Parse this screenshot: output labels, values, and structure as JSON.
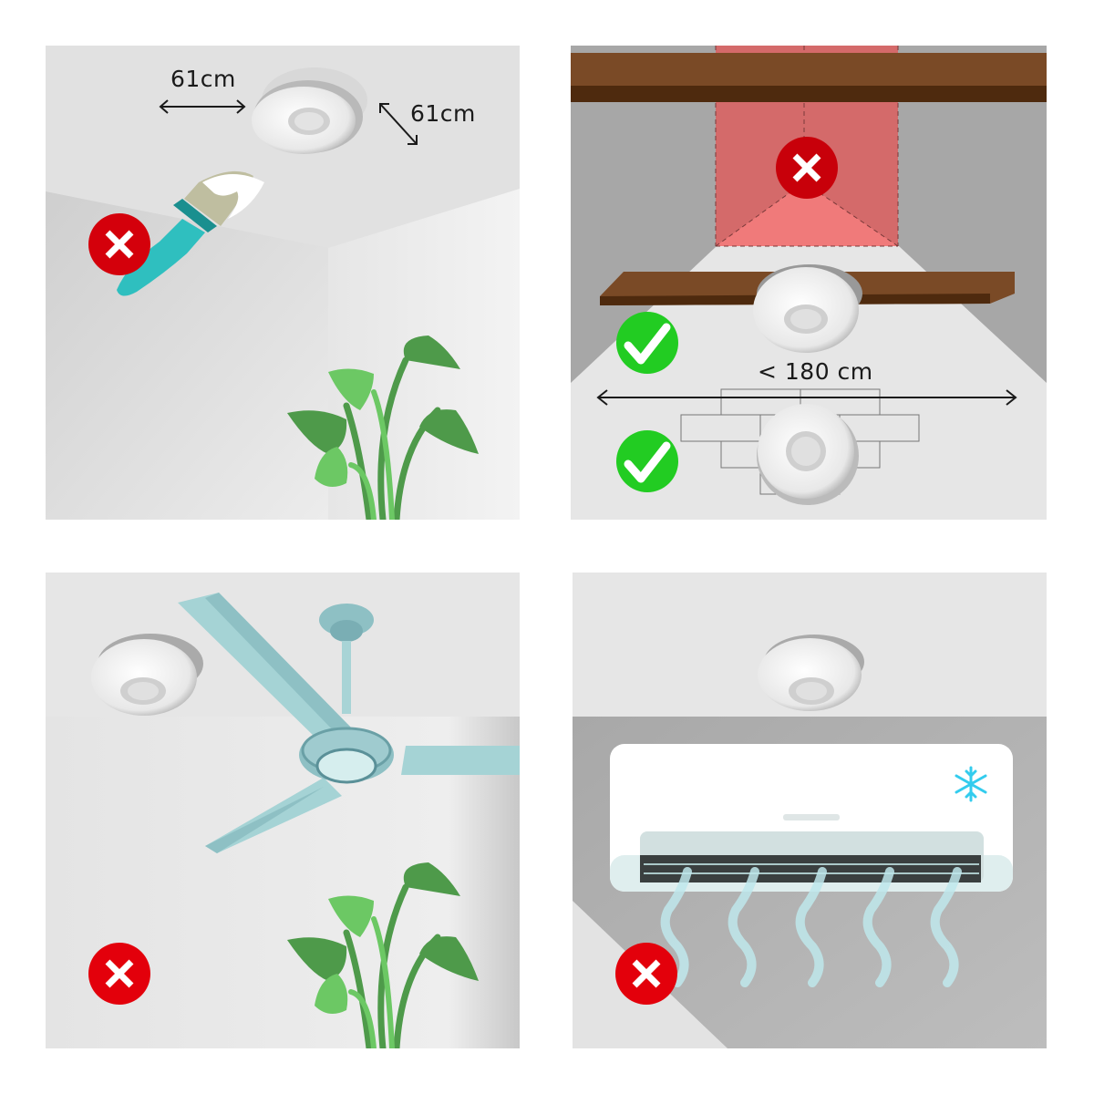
{
  "figure": {
    "type": "installation-guide",
    "subject": "ceiling-mounted detector placement rules",
    "colors": {
      "wrong_badge": "#e3000b",
      "correct_badge": "#22cc22",
      "ceiling": "#e3e3e3",
      "wall": "#dcdcdc",
      "beam": "#7a4a26",
      "beam_dark": "#4e2a0e",
      "forbidden_zone": "#e07070",
      "plant_dark": "#4e9a4a",
      "plant_light": "#6cc864",
      "fan": "#9fd0d0",
      "brush_handle": "#2fbfbf",
      "ac_vent": "#3a3f3f",
      "airflow": "#bfe8ec",
      "snowflake": "#33ccee"
    }
  },
  "panels": [
    {
      "id": "corner-distance",
      "labels": {
        "horizontal_distance": "61cm",
        "diagonal_distance": "61cm"
      },
      "status": "wrong",
      "elements": [
        "detector",
        "paintbrush",
        "plant",
        "wall-corner"
      ]
    },
    {
      "id": "beams",
      "labels": {
        "width_limit": "< 180 cm"
      },
      "badges": [
        "wrong",
        "correct",
        "correct"
      ],
      "elements": [
        "upper-beam",
        "forbidden-zone",
        "lower-beam",
        "detector-on-beam",
        "detector-on-brick-ceiling"
      ]
    },
    {
      "id": "ceiling-fan",
      "status": "wrong",
      "elements": [
        "detector",
        "ceiling-fan",
        "plant"
      ]
    },
    {
      "id": "air-conditioner",
      "status": "wrong",
      "elements": [
        "detector",
        "air-conditioner",
        "snowflake",
        "airflow"
      ]
    }
  ]
}
